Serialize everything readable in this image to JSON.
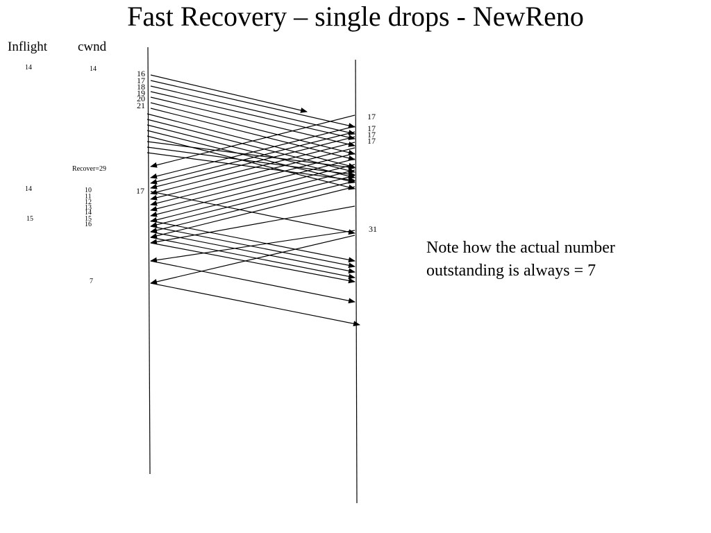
{
  "title": "Fast Recovery – single drops - NewReno",
  "headers": {
    "inflight": "Inflight",
    "cwnd": "cwnd"
  },
  "note": {
    "line1": "Note how the actual number",
    "line2": "outstanding is always = 7"
  },
  "sender_seq_labels": [
    "16",
    "17",
    "18",
    "19",
    "20",
    "21"
  ],
  "sender_retransmit_label": "17",
  "receiver_acks": [
    "17",
    "17",
    "17",
    "17"
  ],
  "receiver_ack_31": "31",
  "recover_label": "Recover=29",
  "inflight_values": [
    "14",
    "14",
    "15"
  ],
  "cwnd_values": [
    "14",
    "10",
    "11",
    "12",
    "13",
    "14",
    "15",
    "16",
    "7"
  ],
  "colors": {
    "line": "#000000",
    "background": "#ffffff"
  }
}
